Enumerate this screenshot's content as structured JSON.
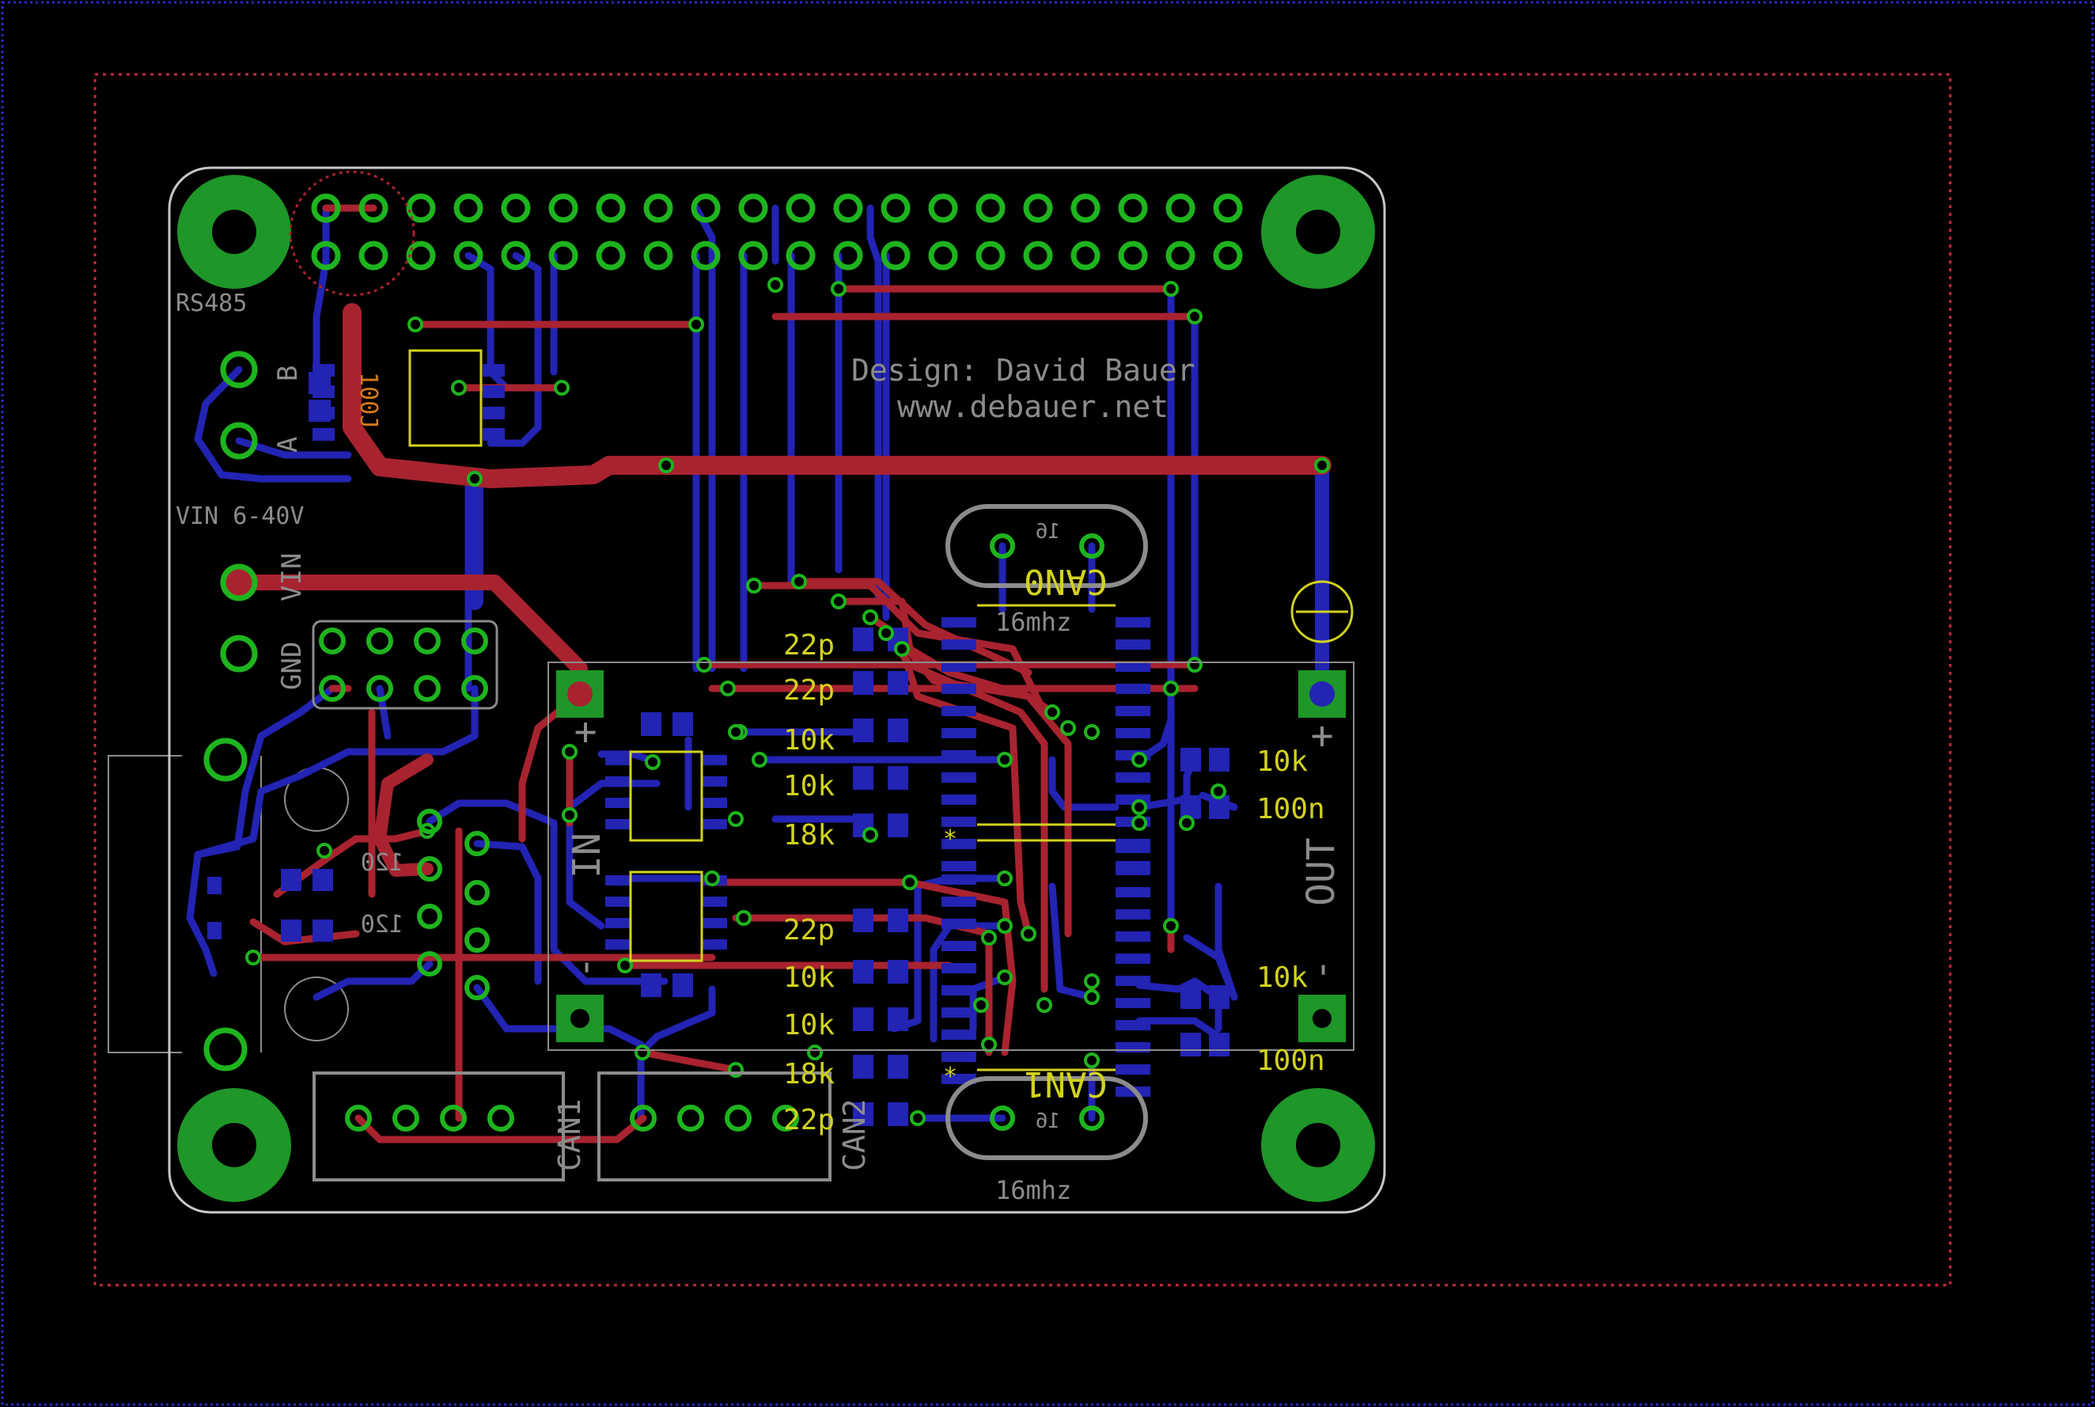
{
  "colors": {
    "background": "#000000",
    "outer_frame": "#2a2ad0",
    "keepout": "#c8283c",
    "outline": "#c8c8c8",
    "top_copper": "#a8232f",
    "bottom_copper": "#2323b4",
    "pad": "#1e9628",
    "via_ring": "#1eb41e",
    "silk_yellow": "#d2d21e",
    "silk_gray": "#8c8c8c",
    "silk_white": "#e6e6e6",
    "name_orange": "#d2781e"
  },
  "labels": {
    "rs485": "RS485",
    "b": "B",
    "a": "A",
    "vin_range": "VIN 6-40V",
    "vin": "VIN",
    "gnd": "GND",
    "designer": "Design: David Bauer",
    "website": "www.debauer.net",
    "in": "IN",
    "out": "OUT",
    "plus": "+",
    "minus": "-",
    "can0": "CAN0",
    "can1_xtal": "CAN1",
    "can1": "CAN1",
    "can2": "CAN2",
    "xtal_top": "16mhz",
    "xtal_bottom": "16mhz",
    "ic_value": "100J",
    "r_120_a": "120",
    "r_120_b": "120",
    "star": "*",
    "value_10": "10",
    "value_16": "16",
    "value_1": "1"
  },
  "passives_left": [
    {
      "value": "22p"
    },
    {
      "value": "22p"
    },
    {
      "value": "10k"
    },
    {
      "value": "10k"
    },
    {
      "value": "18k"
    },
    {
      "value": "22p"
    },
    {
      "value": "10k"
    },
    {
      "value": "10k"
    },
    {
      "value": "18k"
    },
    {
      "value": "22p"
    }
  ],
  "passives_right": [
    {
      "value": "10k"
    },
    {
      "value": "100n"
    },
    {
      "value": "10k"
    },
    {
      "value": "100n"
    }
  ],
  "header": {
    "columns": 20,
    "rows": 2
  }
}
